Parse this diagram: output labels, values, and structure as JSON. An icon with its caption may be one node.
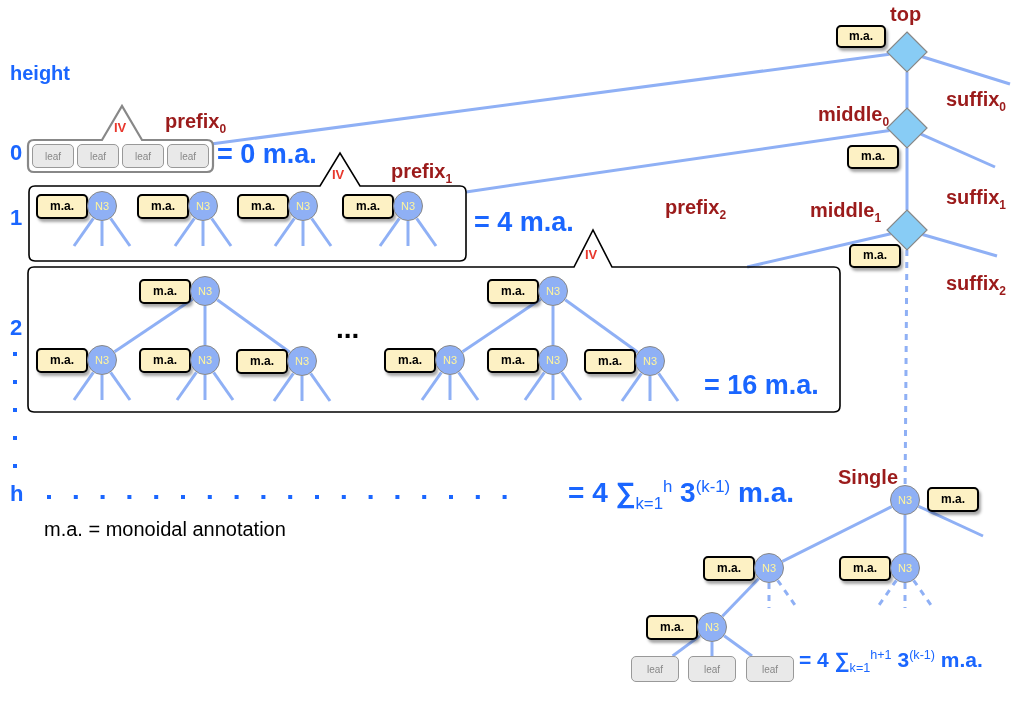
{
  "diagram": {
    "nodes": [
      {
        "text": [
          "top"
        ]
      },
      {
        "text": [
          "m.a."
        ]
      },
      {
        "text": [
          "middle$_{0}$"
        ]
      },
      {
        "text": [
          "m.a."
        ]
      },
      {
        "text": [
          "middle$_{1}$"
        ]
      },
      {
        "text": [
          "m.a."
        ]
      },
      {
        "text": [
          "IV",
          "prefix$_{0}$"
        ],
        "beside": [
          "= 0 m.a."
        ]
      },
      {
        "text": [
          "leaf"
        ],
        "in": 6
      },
      {
        "text": [
          "leaf"
        ],
        "in": 6
      },
      {
        "text": [
          "leaf"
        ],
        "in": 6
      },
      {
        "text": [
          "leaf"
        ],
        "in": 6
      },
      {
        "text": [
          "IV",
          "prefix$_{1}$"
        ],
        "beside": [
          "= 4 m.a."
        ]
      },
      {
        "text": [
          "m.a."
        ],
        "in": 11
      },
      {
        "text": [
          "N3"
        ],
        "in": 11
      },
      {
        "text": [
          "m.a."
        ],
        "in": 11
      },
      {
        "text": [
          "N3"
        ],
        "in": 11
      },
      {
        "text": [
          "m.a."
        ],
        "in": 11
      },
      {
        "text": [
          "N3"
        ],
        "in": 11
      },
      {
        "text": [
          "m.a."
        ],
        "in": 11
      },
      {
        "text": [
          "N3"
        ],
        "in": 11
      },
      {
        "text": [
          "IV",
          "prefix$_{2}$"
        ],
        "beside": [
          "= 16 m.a."
        ]
      },
      {
        "text": [
          "m.a."
        ],
        "in": 20
      },
      {
        "text": [
          "N3"
        ],
        "in": 20
      },
      {
        "text": [
          "m.a."
        ],
        "in": 20
      },
      {
        "text": [
          "N3"
        ],
        "in": 20
      },
      {
        "text": [
          "m.a."
        ],
        "in": 20
      },
      {
        "text": [
          "N3"
        ],
        "in": 20
      },
      {
        "text": [
          "m.a."
        ],
        "in": 20
      },
      {
        "text": [
          "N3"
        ],
        "in": 20
      },
      {
        "text": [
          "m.a."
        ],
        "in": 20
      },
      {
        "text": [
          "N3"
        ],
        "in": 20
      },
      {
        "text": [
          "m.a."
        ],
        "in": 20
      },
      {
        "text": [
          "N3"
        ],
        "in": 20
      },
      {
        "text": [
          "m.a."
        ],
        "in": 20
      },
      {
        "text": [
          "N3"
        ],
        "in": 20
      },
      {
        "text": [
          "m.a."
        ],
        "in": 20
      },
      {
        "text": [
          "N3"
        ],
        "in": 20
      },
      {
        "text": [
          "Single",
          "N3"
        ]
      },
      {
        "text": [
          "m.a."
        ]
      },
      {
        "text": [
          "m.a."
        ]
      },
      {
        "text": [
          "N3"
        ]
      },
      {
        "text": [
          "m.a."
        ]
      },
      {
        "text": [
          "N3"
        ]
      },
      {
        "text": [
          "m.a."
        ]
      },
      {
        "text": [
          "N3"
        ]
      },
      {
        "text": [
          "leaf"
        ]
      },
      {
        "text": [
          "leaf"
        ]
      },
      {
        "text": [
          "leaf"
        ]
      }
    ],
    "edges": [
      {
        "from": 0,
        "to": 6,
        "arrow": "none"
      },
      {
        "from": 0,
        "to": null,
        "arrow": "none",
        "label": "suffix$_{0}$"
      },
      {
        "from": 0,
        "to": 2,
        "arrow": "none"
      },
      {
        "from": 2,
        "to": 11,
        "arrow": "none"
      },
      {
        "from": 2,
        "to": null,
        "arrow": "none",
        "label": "suffix$_{1}$"
      },
      {
        "from": 2,
        "to": 4,
        "arrow": "none"
      },
      {
        "from": 4,
        "to": 20,
        "arrow": "none"
      },
      {
        "from": 4,
        "to": null,
        "arrow": "none",
        "label": "suffix$_{2}$"
      },
      {
        "from": 4,
        "to": 37,
        "arrow": "none",
        "style": "dashed"
      },
      {
        "from": 13,
        "to": null,
        "arrow": "none"
      },
      {
        "from": 13,
        "to": null,
        "arrow": "none"
      },
      {
        "from": 13,
        "to": null,
        "arrow": "none"
      },
      {
        "from": 15,
        "to": null,
        "arrow": "none"
      },
      {
        "from": 15,
        "to": null,
        "arrow": "none"
      },
      {
        "from": 15,
        "to": null,
        "arrow": "none"
      },
      {
        "from": 17,
        "to": null,
        "arrow": "none"
      },
      {
        "from": 17,
        "to": null,
        "arrow": "none"
      },
      {
        "from": 17,
        "to": null,
        "arrow": "none"
      },
      {
        "from": 19,
        "to": null,
        "arrow": "none"
      },
      {
        "from": 19,
        "to": null,
        "arrow": "none"
      },
      {
        "from": 19,
        "to": null,
        "arrow": "none"
      },
      {
        "from": 22,
        "to": 24,
        "arrow": "none"
      },
      {
        "from": 22,
        "to": 26,
        "arrow": "none"
      },
      {
        "from": 22,
        "to": 28,
        "arrow": "none"
      },
      {
        "from": 30,
        "to": 32,
        "arrow": "none"
      },
      {
        "from": 30,
        "to": 34,
        "arrow": "none"
      },
      {
        "from": 30,
        "to": 36,
        "arrow": "none"
      },
      {
        "from": 24,
        "to": null,
        "arrow": "none"
      },
      {
        "from": 24,
        "to": null,
        "arrow": "none"
      },
      {
        "from": 24,
        "to": null,
        "arrow": "none"
      },
      {
        "from": 26,
        "to": null,
        "arrow": "none"
      },
      {
        "from": 26,
        "to": null,
        "arrow": "none"
      },
      {
        "from": 26,
        "to": null,
        "arrow": "none"
      },
      {
        "from": 28,
        "to": null,
        "arrow": "none"
      },
      {
        "from": 28,
        "to": null,
        "arrow": "none"
      },
      {
        "from": 28,
        "to": null,
        "arrow": "none"
      },
      {
        "from": 32,
        "to": null,
        "arrow": "none"
      },
      {
        "from": 32,
        "to": null,
        "arrow": "none"
      },
      {
        "from": 32,
        "to": null,
        "arrow": "none"
      },
      {
        "from": 34,
        "to": null,
        "arrow": "none"
      },
      {
        "from": 34,
        "to": null,
        "arrow": "none"
      },
      {
        "from": 34,
        "to": null,
        "arrow": "none"
      },
      {
        "from": 36,
        "to": null,
        "arrow": "none"
      },
      {
        "from": 36,
        "to": null,
        "arrow": "none"
      },
      {
        "from": 36,
        "to": null,
        "arrow": "none"
      },
      {
        "from": 37,
        "to": 40,
        "arrow": "none"
      },
      {
        "from": 37,
        "to": 42,
        "arrow": "none"
      },
      {
        "from": 37,
        "to": null,
        "arrow": "none"
      },
      {
        "from": 40,
        "to": 44,
        "arrow": "none"
      },
      {
        "from": 40,
        "to": null,
        "arrow": "none",
        "style": "dashed"
      },
      {
        "from": 40,
        "to": null,
        "arrow": "none",
        "style": "dashed"
      },
      {
        "from": 42,
        "to": null,
        "arrow": "none",
        "style": "dashed"
      },
      {
        "from": 42,
        "to": null,
        "arrow": "none",
        "style": "dashed"
      },
      {
        "from": 42,
        "to": null,
        "arrow": "none",
        "style": "dashed"
      },
      {
        "from": 44,
        "to": 45,
        "arrow": "none"
      },
      {
        "from": 44,
        "to": 46,
        "arrow": "none"
      },
      {
        "from": 44,
        "to": 47,
        "arrow": "none"
      }
    ],
    "labels": [
      "height",
      "0",
      "1",
      "...",
      "2",
      "h",
      "= 4 ∑$_{k=1}$$^{h}$ 3$^{(k-1)}$ m.a.",
      "m.a. = monoidal annotation",
      "= 4 ∑$_{k=1}$$^{h+1}$ 3$^{(k-1)}$ m.a."
    ]
  }
}
